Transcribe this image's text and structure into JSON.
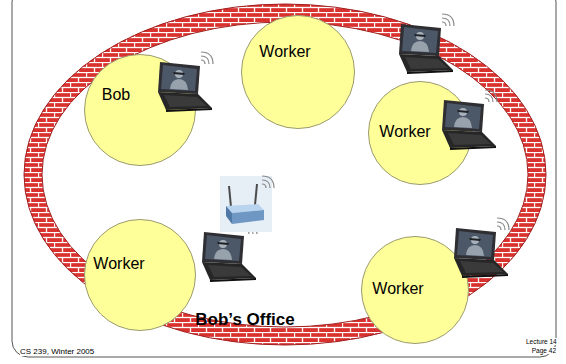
{
  "diagram": {
    "nodes": [
      {
        "text": [
          "Bob’s Office"
        ]
      },
      {
        "text": [
          "Bob"
        ],
        "in": 0
      },
      {
        "text": [
          "Worker"
        ],
        "in": 0
      },
      {
        "text": [
          "Worker"
        ],
        "in": 0
      },
      {
        "text": [
          "Worker"
        ],
        "in": 0
      },
      {
        "text": [
          "Worker"
        ],
        "in": 0
      }
    ],
    "labels": [
      "CS 239, Winter 2005",
      "Lecture 14",
      "Page 42"
    ]
  }
}
